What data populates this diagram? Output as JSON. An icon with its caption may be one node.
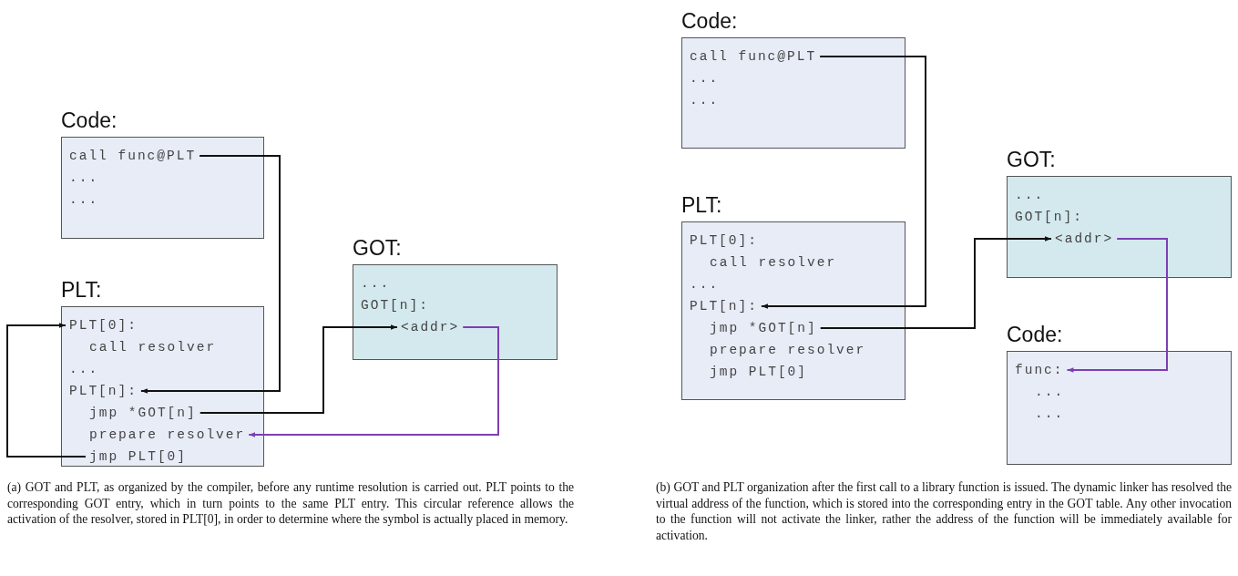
{
  "diagram": {
    "nodes": [
      {
        "text": [
          "Code:"
        ]
      },
      {
        "text": [
          "call func@PLT"
        ],
        "in": 0
      },
      {
        "text": [
          "..."
        ],
        "in": 0
      },
      {
        "text": [
          "..."
        ],
        "in": 0
      },
      {
        "text": [
          "PLT:"
        ]
      },
      {
        "text": [
          "PLT[0]:"
        ],
        "in": 4
      },
      {
        "text": [
          "call resolver"
        ],
        "in": 4
      },
      {
        "text": [
          "..."
        ],
        "in": 4
      },
      {
        "text": [
          "PLT[n]:"
        ],
        "in": 4
      },
      {
        "text": [
          "jmp *GOT[n]"
        ],
        "in": 4
      },
      {
        "text": [
          "prepare resolver"
        ],
        "in": 4
      },
      {
        "text": [
          "jmp PLT[0]"
        ],
        "in": 4
      },
      {
        "text": [
          "GOT:"
        ]
      },
      {
        "text": [
          "..."
        ],
        "in": 12
      },
      {
        "text": [
          "GOT[n]:"
        ],
        "in": 12
      },
      {
        "text": [
          "<addr>"
        ],
        "in": 12
      },
      {
        "text": [
          "Code:"
        ]
      },
      {
        "text": [
          "call func@PLT"
        ],
        "in": 16
      },
      {
        "text": [
          "..."
        ],
        "in": 16
      },
      {
        "text": [
          "..."
        ],
        "in": 16
      },
      {
        "text": [
          "PLT:"
        ]
      },
      {
        "text": [
          "PLT[0]:"
        ],
        "in": 20
      },
      {
        "text": [
          "call resolver"
        ],
        "in": 20
      },
      {
        "text": [
          "..."
        ],
        "in": 20
      },
      {
        "text": [
          "PLT[n]:"
        ],
        "in": 20
      },
      {
        "text": [
          "jmp *GOT[n]"
        ],
        "in": 20
      },
      {
        "text": [
          "prepare resolver"
        ],
        "in": 20
      },
      {
        "text": [
          "jmp PLT[0]"
        ],
        "in": 20
      },
      {
        "text": [
          "GOT:"
        ]
      },
      {
        "text": [
          "..."
        ],
        "in": 28
      },
      {
        "text": [
          "GOT[n]:"
        ],
        "in": 28
      },
      {
        "text": [
          "<addr>"
        ],
        "in": 28
      },
      {
        "text": [
          "Code:"
        ]
      },
      {
        "text": [
          "func:"
        ],
        "in": 32
      },
      {
        "text": [
          "..."
        ],
        "in": 32
      },
      {
        "text": [
          "..."
        ],
        "in": 32
      }
    ],
    "edges": [
      {
        "from": 1,
        "to": 8,
        "arrow": "to"
      },
      {
        "from": 9,
        "to": 15,
        "arrow": "to"
      },
      {
        "from": 15,
        "to": 10,
        "arrow": "to",
        "color": "#7b3fb3"
      },
      {
        "from": 11,
        "to": 5,
        "arrow": "to"
      },
      {
        "from": 17,
        "to": 24,
        "arrow": "to"
      },
      {
        "from": 25,
        "to": 31,
        "arrow": "to"
      },
      {
        "from": 31,
        "to": 33,
        "arrow": "to",
        "color": "#7b3fb3"
      }
    ],
    "labels": [
      "(a) GOT and PLT, as organized by the compiler, before any runtime resolution is carried out. PLT points to the corresponding GOT entry, which in turn points to the same PLT entry. This circular reference allows the activation of the resolver, stored in PLT[0], in order to determine where the symbol is actually placed in memory.",
      "(b) GOT and PLT organization after the first call to a library function is issued. The dynamic linker has resolved the virtual address of the function, which is stored into the corresponding entry in the GOT table. Any other invocation to the function will not activate the linker, rather the address of the function will be immediately available for activation."
    ]
  }
}
